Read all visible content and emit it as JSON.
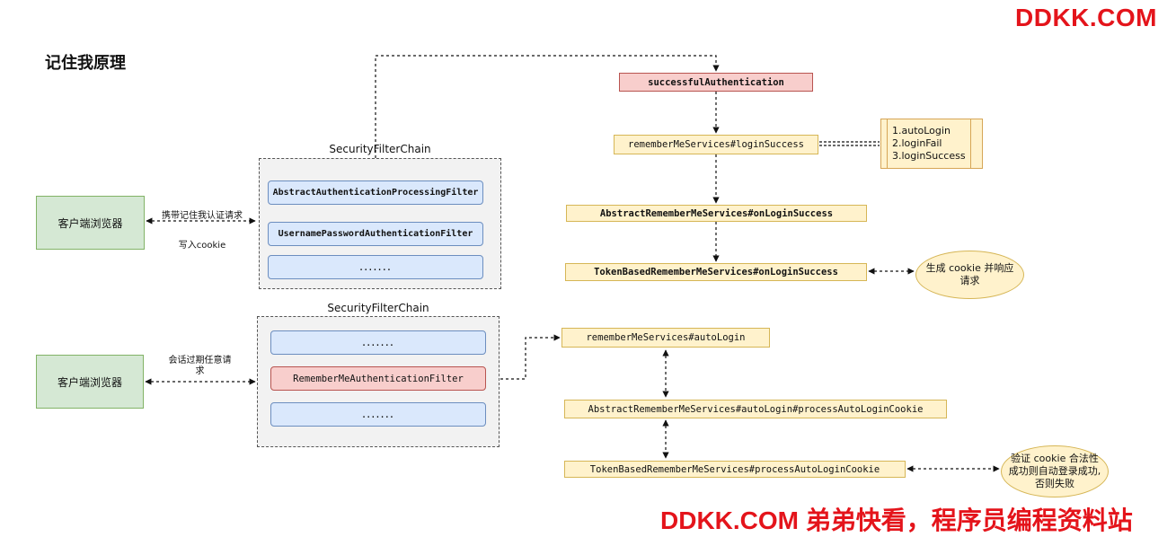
{
  "page_title": "记住我原理",
  "brand": {
    "top": "DDKK.COM",
    "bottom": "DDKK.COM 弟弟快看，程序员编程资料站"
  },
  "top_flow": {
    "chain_label": "SecurityFilterChain",
    "browser": "客户端浏览器",
    "request_label": "携带记住我认证请求",
    "response_label": "写入cookie",
    "filters": [
      "AbstractAuthenticationProcessingFilter",
      "UsernamePasswordAuthenticationFilter",
      "......."
    ],
    "services": {
      "successful": "successfulAuthentication",
      "login_success": "rememberMeServices#loginSuccess",
      "abstract_on_login": "AbstractRememberMeServices#onLoginSuccess",
      "token_on_login": "TokenBasedRememberMeServices#onLoginSuccess"
    },
    "options": [
      "1.autoLogin",
      "2.loginFail",
      "3.loginSuccess"
    ],
    "cookie_note": "生成 cookie 并响应请求"
  },
  "bottom_flow": {
    "chain_label": "SecurityFilterChain",
    "browser": "客户端浏览器",
    "request_label": "会话过期任意请求",
    "filters": [
      ".......",
      "RememberMeAuthenticationFilter",
      "......."
    ],
    "services": {
      "auto_login": "rememberMeServices#autoLogin",
      "abstract_auto": "AbstractRememberMeServices#autoLogin#processAutoLoginCookie",
      "token_auto": "TokenBasedRememberMeServices#processAutoLoginCookie"
    },
    "verify_note": "验证 cookie 合法性成功则自动登录成功,否则失败"
  }
}
